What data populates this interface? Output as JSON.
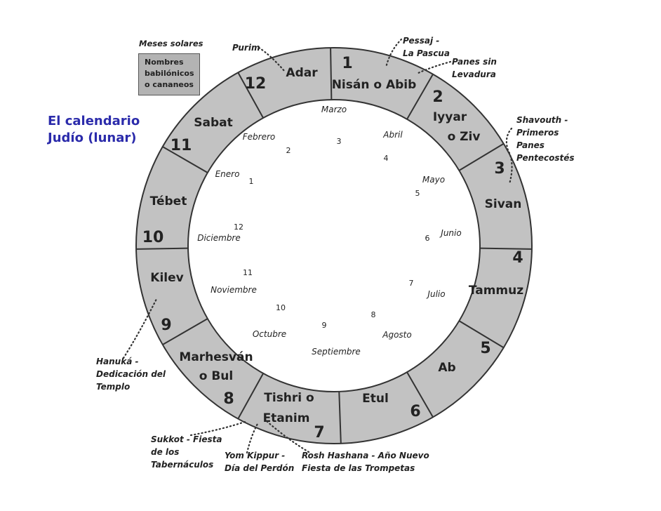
{
  "title": [
    "El calendario",
    "Judío (lunar)"
  ],
  "legend": {
    "label": "Meses solares",
    "box_lines": [
      "Nombres",
      "babilónicos",
      "o cananeos"
    ],
    "colors": {
      "ring": "#c2c2c2",
      "box": "#b3b3b3",
      "title": "#2b2bab"
    }
  },
  "months_hebrew": [
    {
      "number": "1",
      "lines": [
        "Nisán o Abib"
      ]
    },
    {
      "number": "2",
      "lines": [
        "Iyyar",
        "o Ziv"
      ]
    },
    {
      "number": "3",
      "lines": [
        "Sivan"
      ]
    },
    {
      "number": "4",
      "lines": [
        "Tammuz"
      ]
    },
    {
      "number": "5",
      "lines": [
        "Ab"
      ]
    },
    {
      "number": "6",
      "lines": [
        "Etul"
      ]
    },
    {
      "number": "7",
      "lines": [
        "Tishri o",
        "Etanim"
      ]
    },
    {
      "number": "8",
      "lines": [
        "Marhesván",
        "o Bul"
      ]
    },
    {
      "number": "9",
      "lines": [
        "Kilev"
      ]
    },
    {
      "number": "10",
      "lines": [
        "Tébet"
      ]
    },
    {
      "number": "11",
      "lines": [
        "Sabat"
      ]
    },
    {
      "number": "12",
      "lines": [
        "Adar"
      ]
    }
  ],
  "months_solar": [
    {
      "number": "1",
      "name": "Enero"
    },
    {
      "number": "2",
      "name": "Febrero"
    },
    {
      "number": "3",
      "name": "Marzo"
    },
    {
      "number": "4",
      "name": "Abril"
    },
    {
      "number": "5",
      "name": "Mayo"
    },
    {
      "number": "6",
      "name": "Junio"
    },
    {
      "number": "7",
      "name": "Julio"
    },
    {
      "number": "8",
      "name": "Agosto"
    },
    {
      "number": "9",
      "name": "Septiembre"
    },
    {
      "number": "10",
      "name": "Octubre"
    },
    {
      "number": "11",
      "name": "Noviembre"
    },
    {
      "number": "12",
      "name": "Diciembre"
    }
  ],
  "festivals": [
    {
      "id": "purim",
      "lines": [
        "Purim"
      ]
    },
    {
      "id": "pessaj",
      "lines": [
        "Pessaj -",
        "La Pascua"
      ]
    },
    {
      "id": "panes",
      "lines": [
        "Panes sin",
        "Levadura"
      ]
    },
    {
      "id": "shavouth",
      "lines": [
        "Shavouth -",
        "Primeros",
        "Panes",
        "Pentecostés"
      ]
    },
    {
      "id": "hanuka",
      "lines": [
        "Hanuká -",
        "Dedicación del",
        "Templo"
      ]
    },
    {
      "id": "sukkot",
      "lines": [
        "Sukkot - Fiesta",
        "de los",
        "Tabernáculos"
      ]
    },
    {
      "id": "yomkippur",
      "lines": [
        "Yom Kippur -",
        "Día del Perdón"
      ]
    },
    {
      "id": "rosh",
      "lines": [
        "Rosh  Hashana - Año Nuevo",
        "Fiesta de las Trompetas"
      ]
    }
  ]
}
